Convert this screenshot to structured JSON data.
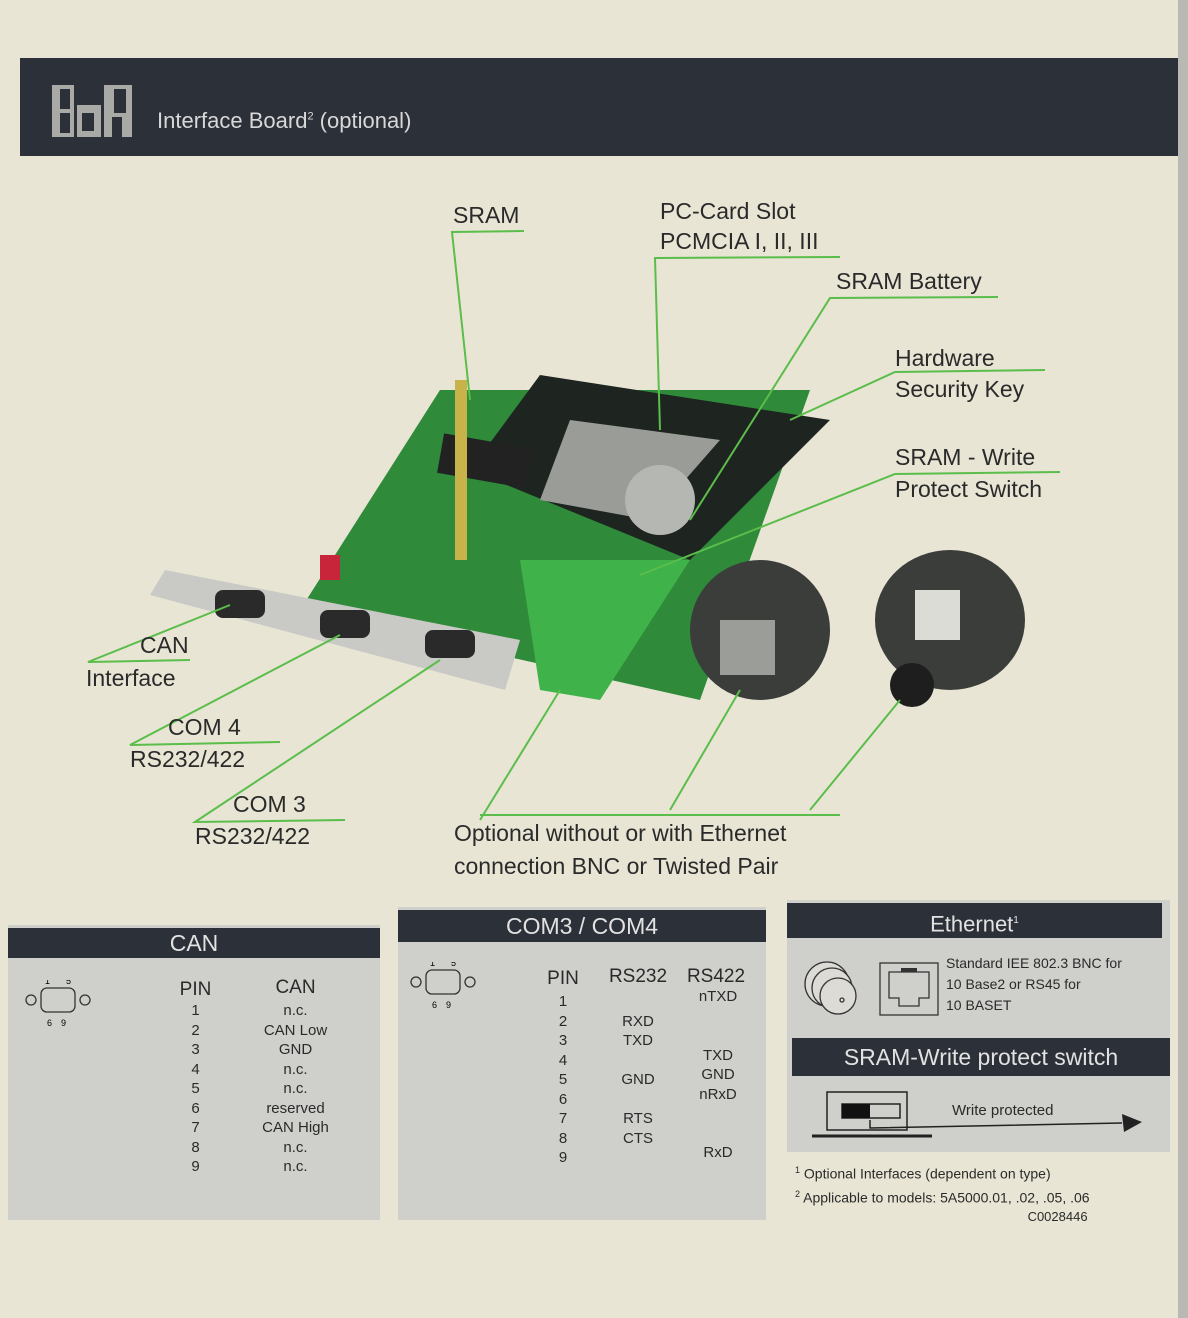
{
  "header": {
    "logo_text": "B&R",
    "title": "Interface Board",
    "title_sup": "2",
    "title_suffix": " (optional)"
  },
  "callouts": {
    "sram": "SRAM",
    "pc_card_1": "PC-Card Slot",
    "pc_card_2": "PCMCIA I, II, III",
    "sram_battery": "SRAM Battery",
    "hw_key_1": "Hardware",
    "hw_key_2": "Security Key",
    "wp_1": "SRAM - Write",
    "wp_2": "Protect Switch",
    "can_1": "CAN",
    "can_2": "Interface",
    "com4_1": "COM 4",
    "com4_2": "RS232/422",
    "com3_1": "COM 3",
    "com3_2": "RS232/422",
    "eth_1": "Optional without or with Ethernet",
    "eth_2": "connection BNC or Twisted Pair"
  },
  "can_table": {
    "title": "CAN",
    "pin_top": "1   5",
    "pin_bottom": "6  9",
    "headers": [
      "PIN",
      "CAN"
    ],
    "rows": [
      [
        "1",
        "n.c."
      ],
      [
        "2",
        "CAN Low"
      ],
      [
        "3",
        "GND"
      ],
      [
        "4",
        "n.c."
      ],
      [
        "5",
        "n.c."
      ],
      [
        "6",
        "reserved"
      ],
      [
        "7",
        "CAN High"
      ],
      [
        "8",
        "n.c."
      ],
      [
        "9",
        "n.c."
      ]
    ]
  },
  "com_table": {
    "title": "COM3 / COM4",
    "pin_top": "1   5",
    "pin_bottom": "6  9",
    "headers": [
      "PIN",
      "RS232",
      "RS422"
    ],
    "rows": [
      [
        "1",
        "",
        "nTXD"
      ],
      [
        "2",
        "RXD",
        ""
      ],
      [
        "3",
        "TXD",
        ""
      ],
      [
        "4",
        "",
        "TXD"
      ],
      [
        "5",
        "GND",
        "GND"
      ],
      [
        "6",
        "",
        "nRxD"
      ],
      [
        "7",
        "RTS",
        ""
      ],
      [
        "8",
        "CTS",
        ""
      ],
      [
        "9",
        "",
        "RxD"
      ]
    ]
  },
  "ethernet": {
    "title": "Ethernet",
    "title_sup": "1",
    "desc_1": "Standard IEE 802.3 BNC for",
    "desc_2": "10 Base2 or RS45 for",
    "desc_3": "10 BASET"
  },
  "write_protect": {
    "title": "SRAM-Write protect switch",
    "label": "Write protected"
  },
  "footnotes": {
    "n1": "1",
    "f1": "Optional Interfaces (dependent on type)",
    "n2": "2",
    "f2": "Applicable to models: 5A5000.01, .02, .05, .06",
    "code": "C0028446"
  },
  "colors": {
    "header": "#2c3038",
    "label": "#e8e5d5",
    "callout_line": "#5bbd4a",
    "board": "#2f9a3a"
  }
}
